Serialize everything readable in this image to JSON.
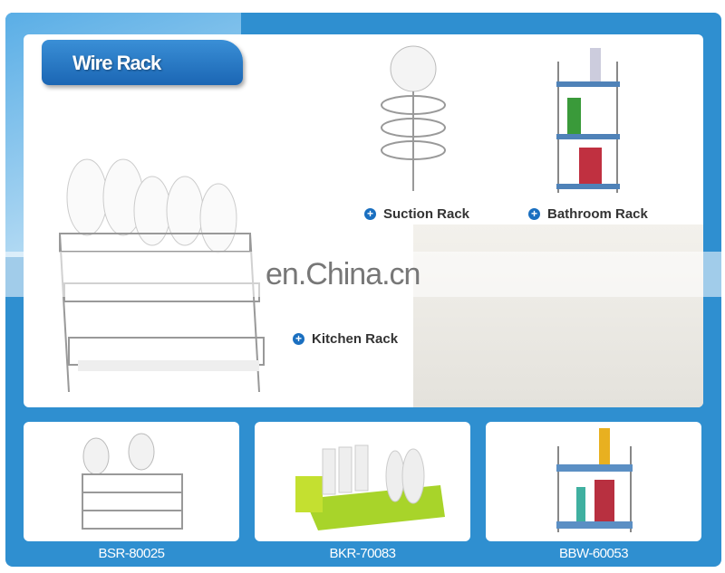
{
  "header": {
    "title": "Wire Rack"
  },
  "categories": [
    {
      "label": "Suction Rack",
      "icon": "plus-circle-icon"
    },
    {
      "label": "Bathroom Rack",
      "icon": "plus-circle-icon"
    },
    {
      "label": "Kitchen Rack",
      "icon": "plus-circle-icon"
    }
  ],
  "watermark": "en.China.cn",
  "products": [
    {
      "code": "BSR-80025"
    },
    {
      "code": "BKR-70083"
    },
    {
      "code": "BBW-60053"
    }
  ],
  "colors": {
    "frame": "#2f8fd0",
    "tab": "#1b66b4",
    "icon": "#1a6fc0"
  }
}
